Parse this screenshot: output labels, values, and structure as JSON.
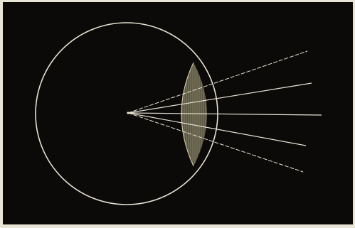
{
  "figure": {
    "description_text": "",
    "colors": {
      "background": "#0b0a09",
      "border": "#e8e4d6",
      "line": "#e6e2d2",
      "lens_fill": "#5b5642",
      "lens_hatch": "#8f8a70",
      "lens_edge": "#d8d2b4"
    },
    "ray_count": 5,
    "elements": {
      "sphere": "circle-outline",
      "lens": "shaded-crescent-lens",
      "rays": "diverging-rays",
      "origin": "center-point"
    }
  }
}
